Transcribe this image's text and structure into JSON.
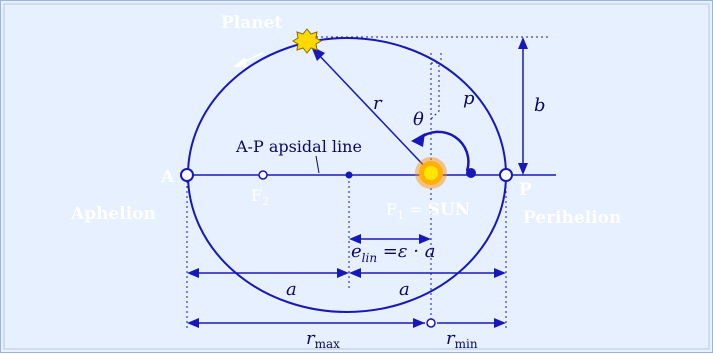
{
  "labels": {
    "planet": "Planet",
    "aphelion_letter": "A",
    "aphelion": "Aphelion",
    "perihelion_letter": "P",
    "perihelion": "Perihelion",
    "apsidal_line": "A-P apsidal line",
    "f2": "F",
    "f2_sub": "2",
    "f1": "F",
    "f1_sub": "1",
    "sun_eq": " = ",
    "sun": "SUN",
    "r": "r",
    "theta": "θ",
    "p": "p",
    "b": "b",
    "a_left": "a",
    "a_right": "a",
    "e_lin": "e",
    "e_lin_sub": "lin",
    "e_formula": " =ε · a",
    "r_max": "r",
    "r_max_sub": "max",
    "r_min": "r",
    "r_min_sub": "min"
  },
  "colors": {
    "background": "#e6f0ff",
    "orbit": "#1818b8",
    "sun": "#ffb000",
    "planet": "#ffd800",
    "text_white": "#ffffff"
  }
}
